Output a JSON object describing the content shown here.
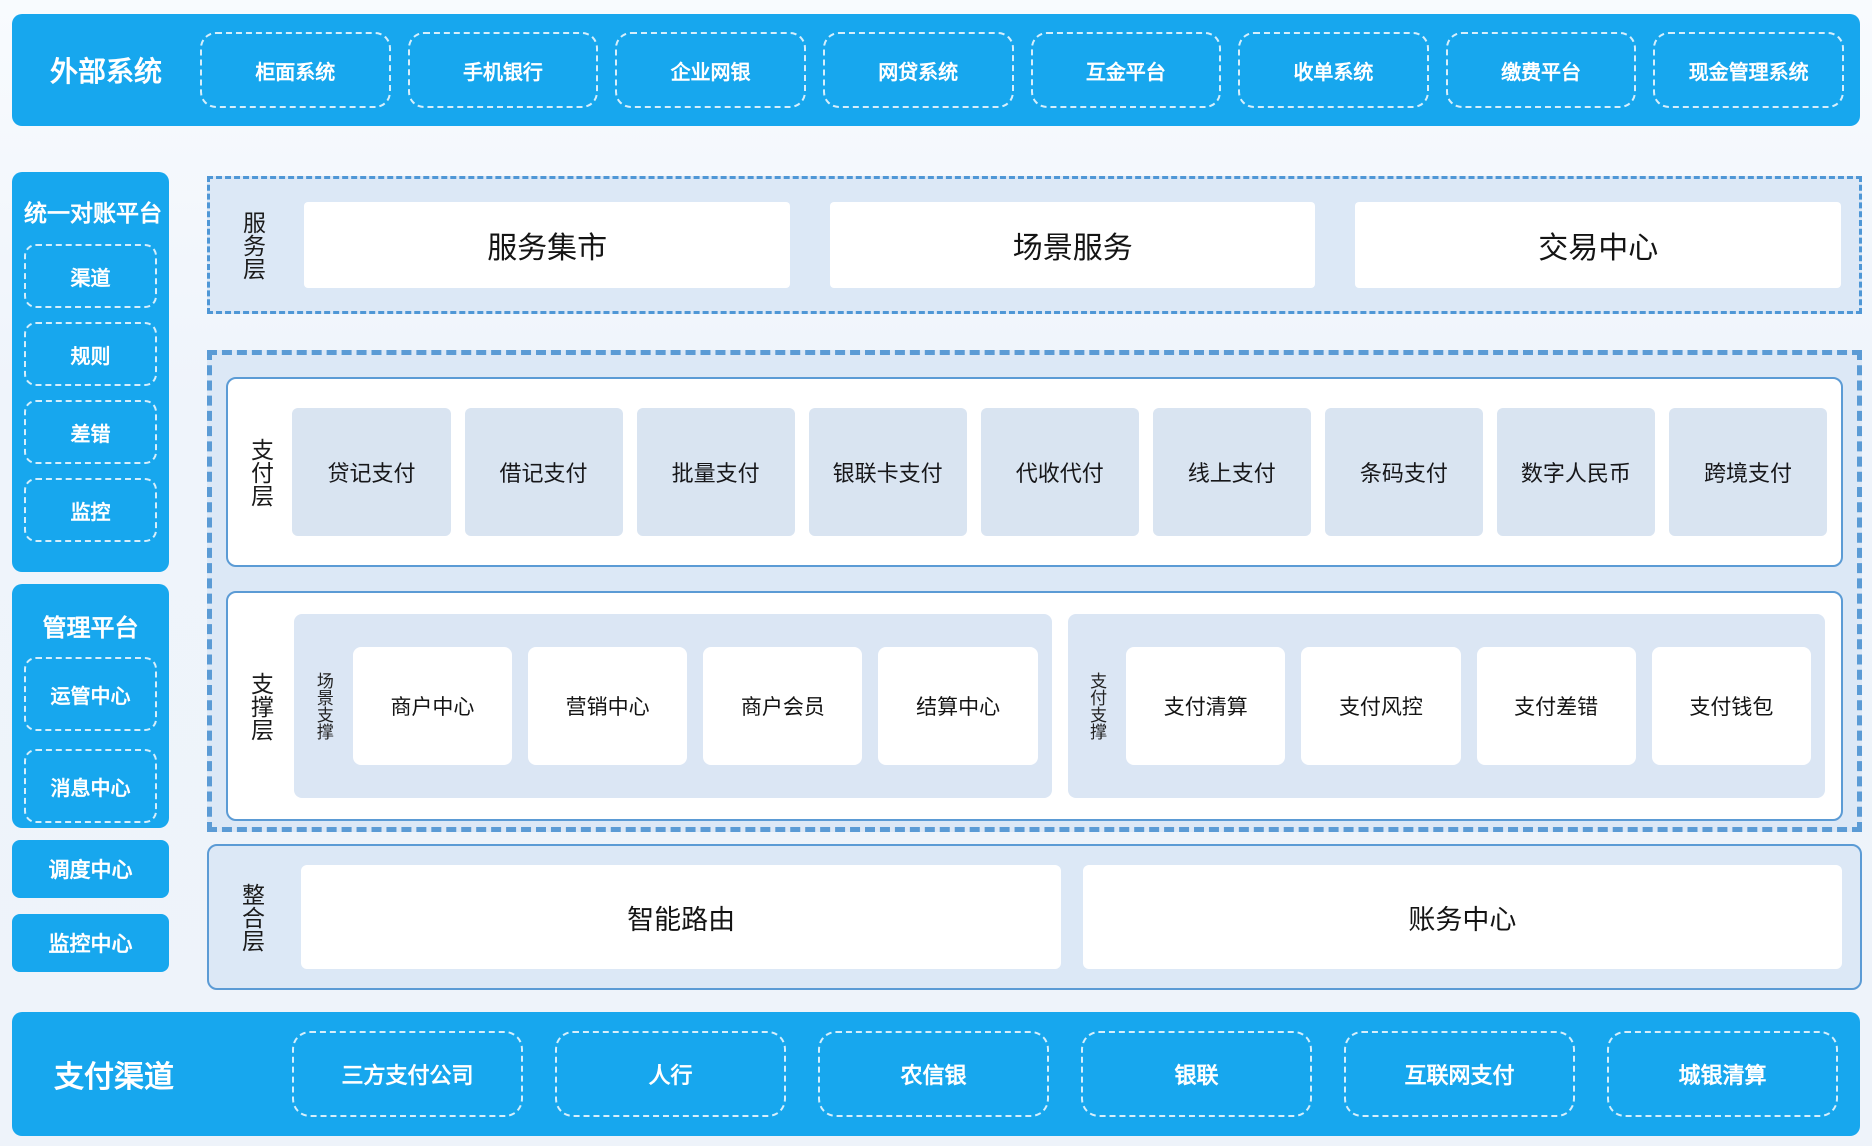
{
  "external_systems": {
    "title": "外部系统",
    "items": [
      "柜面系统",
      "手机银行",
      "企业网银",
      "网贷系统",
      "互金平台",
      "收单系统",
      "缴费平台",
      "现金管理系统"
    ]
  },
  "sidebar": {
    "reconciliation_platform": {
      "title": "统一对账平台",
      "items": [
        "渠道",
        "规则",
        "差错",
        "监控"
      ]
    },
    "management_platform": {
      "title": "管理平台",
      "items": [
        "运管中心",
        "消息中心"
      ]
    },
    "dispatch_center": "调度中心",
    "monitor_center": "监控中心"
  },
  "layers": {
    "service": {
      "label": "服务层",
      "items": [
        "服务集市",
        "场景服务",
        "交易中心"
      ]
    },
    "payment": {
      "label": "支付层",
      "items": [
        "贷记支付",
        "借记支付",
        "批量支付",
        "银联卡支付",
        "代收代付",
        "线上支付",
        "条码支付",
        "数字人民币",
        "跨境支付"
      ]
    },
    "support": {
      "label": "支撑层",
      "groups": [
        {
          "label": "场景支撑",
          "items": [
            "商户中心",
            "营销中心",
            "商户会员",
            "结算中心"
          ]
        },
        {
          "label": "支付支撑",
          "items": [
            "支付清算",
            "支付风控",
            "支付差错",
            "支付钱包"
          ]
        }
      ]
    },
    "integration": {
      "label": "整合层",
      "items": [
        "智能路由",
        "账务中心"
      ]
    }
  },
  "payment_channels": {
    "title": "支付渠道",
    "items": [
      "三方支付公司",
      "人行",
      "农信银",
      "银联",
      "互联网支付",
      "城银清算"
    ]
  },
  "colors": {
    "accent_blue": "#17a7ee",
    "panel_blue": "#dce8f6",
    "item_blue": "#d9e4f1",
    "border_blue": "#5b9bd5"
  }
}
